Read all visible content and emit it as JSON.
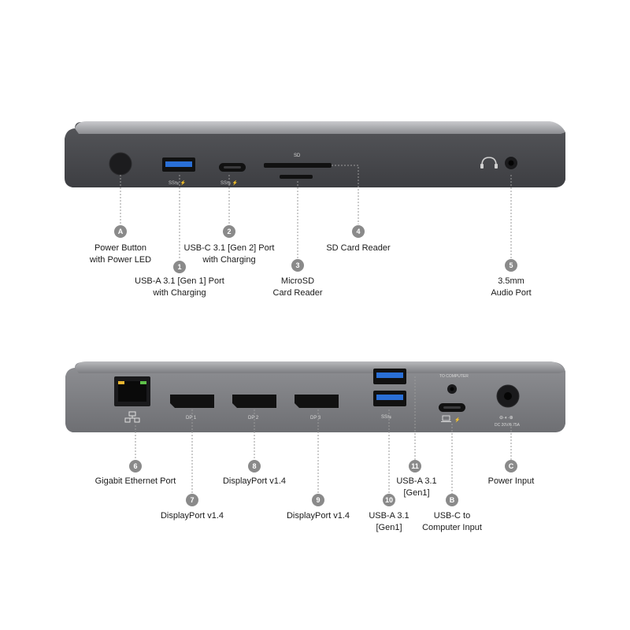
{
  "device": {
    "colors": {
      "body": "#4a4b4f",
      "top_edge": "#9b9ca0",
      "port": "#111111",
      "usb_blue": "#2a6fd6",
      "leader": "#9a9a9a",
      "badge": "#8a8a8a"
    },
    "front_panel": {
      "engraved_text": {
        "sd": "SD"
      },
      "ports": [
        {
          "badge": "A",
          "lines": [
            "Power Button",
            "with Power LED"
          ]
        },
        {
          "badge": "1",
          "lines": [
            "USB-A 3.1 [Gen 1] Port",
            "with Charging"
          ]
        },
        {
          "badge": "2",
          "lines": [
            "USB-C 3.1 [Gen 2] Port",
            "with Charging"
          ]
        },
        {
          "badge": "3",
          "lines": [
            "MicroSD",
            "Card Reader"
          ]
        },
        {
          "badge": "4",
          "lines": [
            "SD Card Reader"
          ]
        },
        {
          "badge": "5",
          "lines": [
            "3.5mm",
            "Audio Port"
          ]
        }
      ]
    },
    "rear_panel": {
      "engraved_text": {
        "dp1": "DP 1",
        "dp2": "DP 2",
        "dp3": "DP 3",
        "to_computer": "TO COMPUTER",
        "dc_in": "DC 20V/6.75A"
      },
      "ports": [
        {
          "badge": "6",
          "lines": [
            "Gigabit Ethernet Port"
          ]
        },
        {
          "badge": "7",
          "lines": [
            "DisplayPort v1.4"
          ]
        },
        {
          "badge": "8",
          "lines": [
            "DisplayPort v1.4"
          ]
        },
        {
          "badge": "9",
          "lines": [
            "DisplayPort v1.4"
          ]
        },
        {
          "badge": "10",
          "lines": [
            "USB-A 3.1",
            "[Gen1]"
          ]
        },
        {
          "badge": "11",
          "lines": [
            "USB-A 3.1",
            "[Gen1]"
          ]
        },
        {
          "badge": "B",
          "lines": [
            "USB-C to",
            "Computer Input"
          ]
        },
        {
          "badge": "C",
          "lines": [
            "Power Input"
          ]
        }
      ]
    }
  }
}
